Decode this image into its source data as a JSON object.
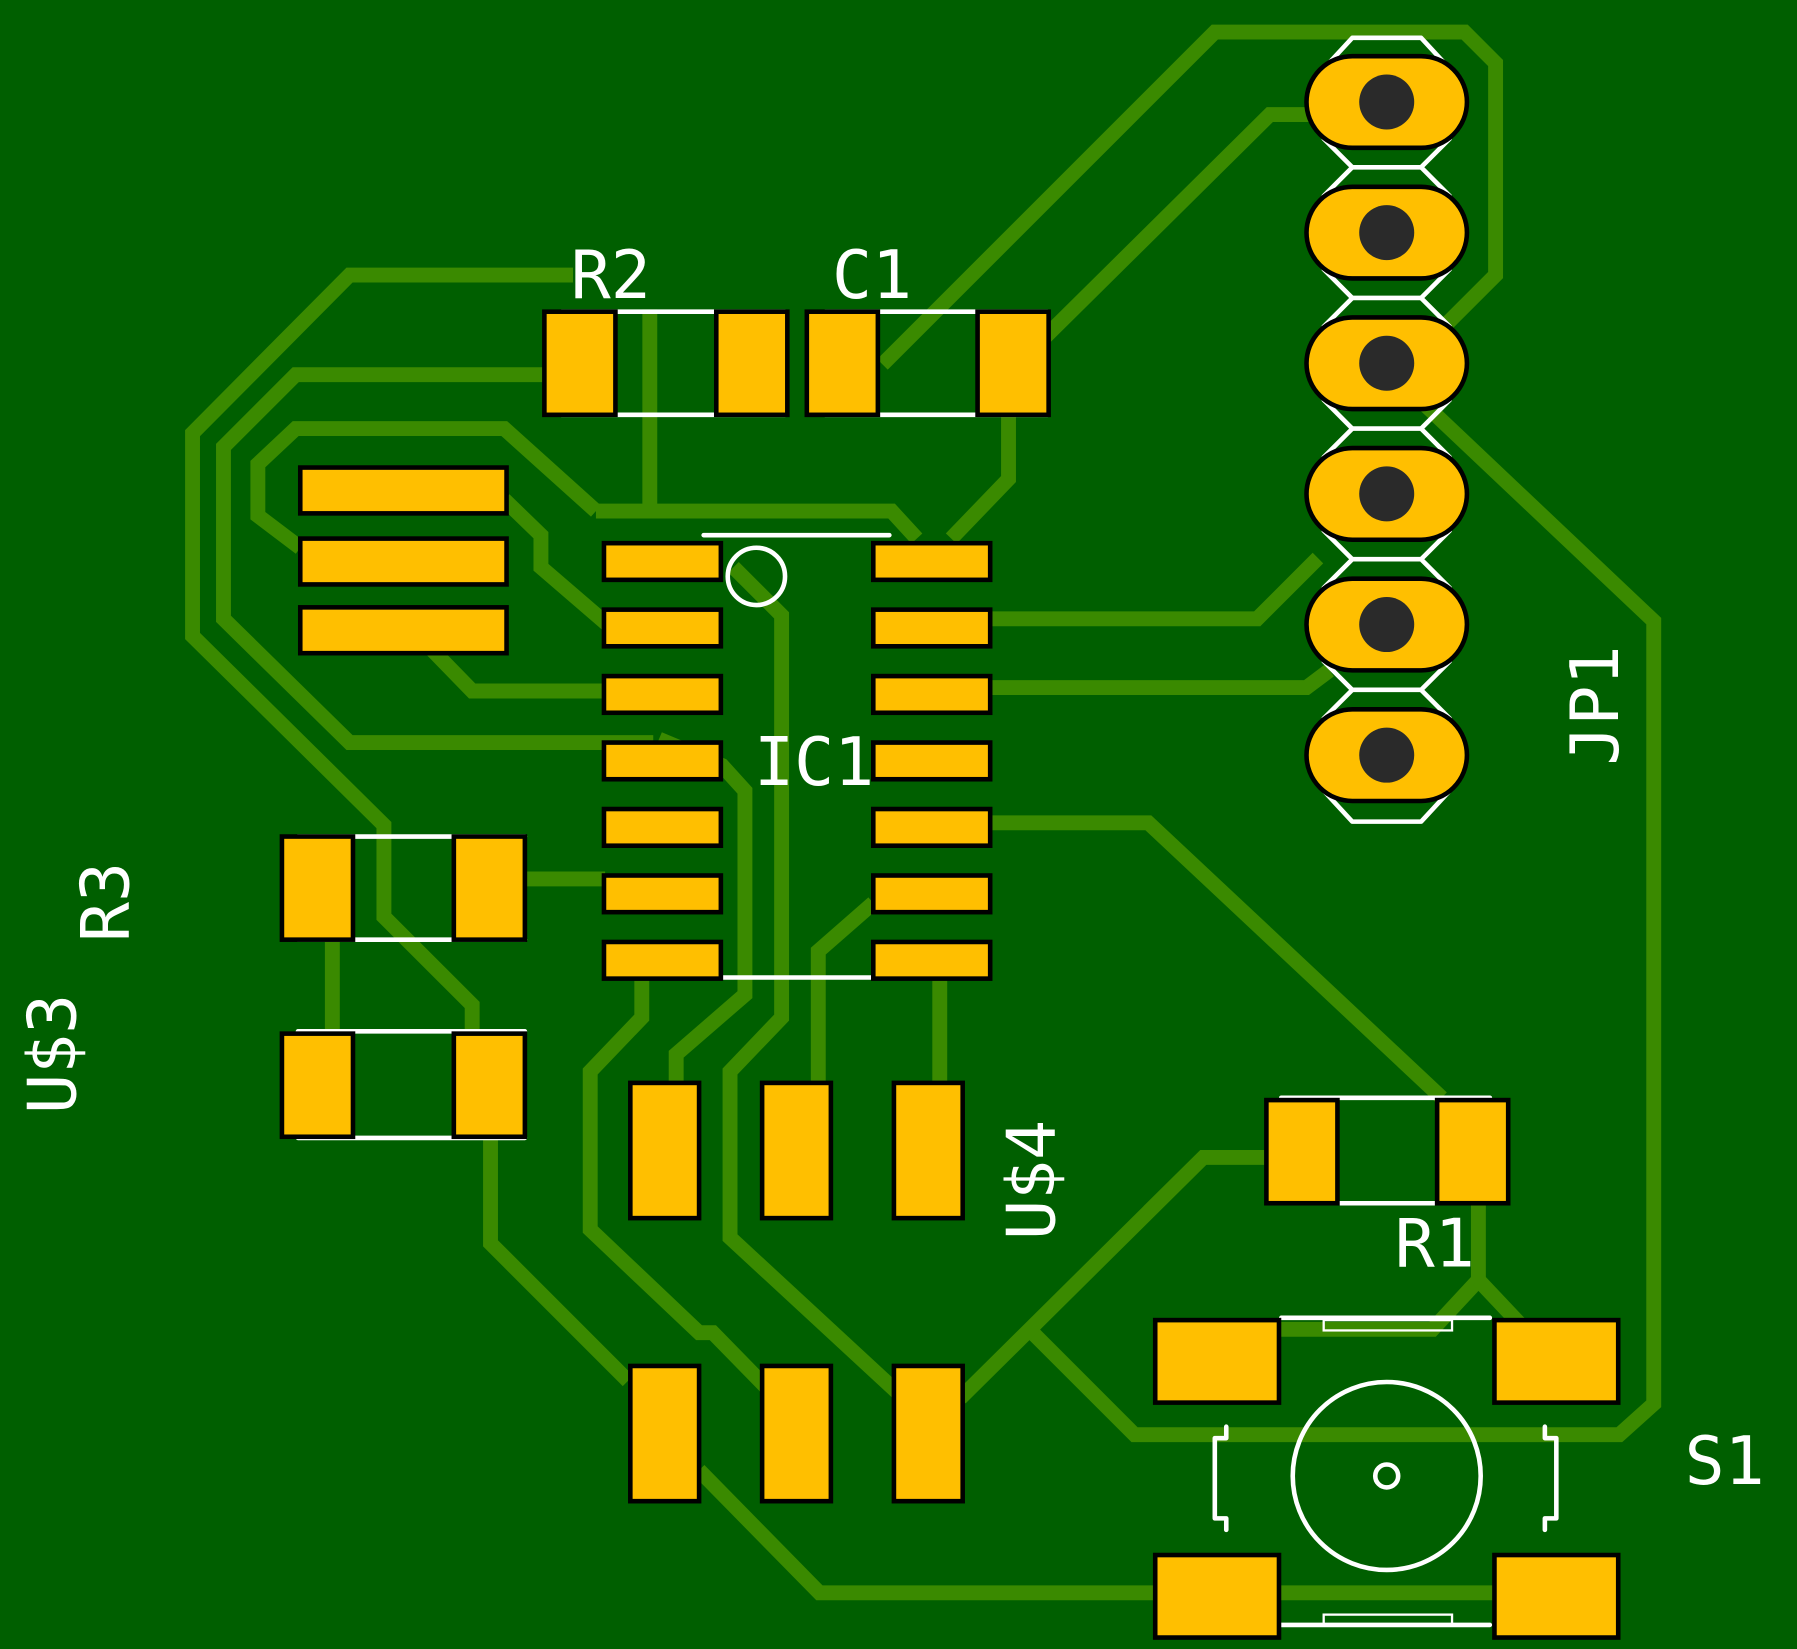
{
  "board": {
    "title": "PCB layout",
    "colors": {
      "board": "#005f00",
      "trace": "#3a8a00",
      "pad": "#ffbf00",
      "pad_outline": "#000000",
      "drill": "#2a2a2a",
      "silkscreen": "#ffffff"
    }
  },
  "components": [
    {
      "ref": "R2",
      "type": "resistor"
    },
    {
      "ref": "C1",
      "type": "capacitor"
    },
    {
      "ref": "IC1",
      "type": "ic-14pin"
    },
    {
      "ref": "JP1",
      "type": "pin-header-6"
    },
    {
      "ref": "R3",
      "type": "resistor"
    },
    {
      "ref": "U$3",
      "type": "footprint"
    },
    {
      "ref": "U$4",
      "type": "footprint"
    },
    {
      "ref": "R1",
      "type": "resistor"
    },
    {
      "ref": "S1",
      "type": "tactile-switch"
    }
  ],
  "labels": {
    "r2": "R2",
    "c1": "C1",
    "ic1": "IC1",
    "jp1": "JP1",
    "r3": "R3",
    "u3": "U$3",
    "u4": "U$4",
    "r1": "R1",
    "s1": "S1"
  }
}
